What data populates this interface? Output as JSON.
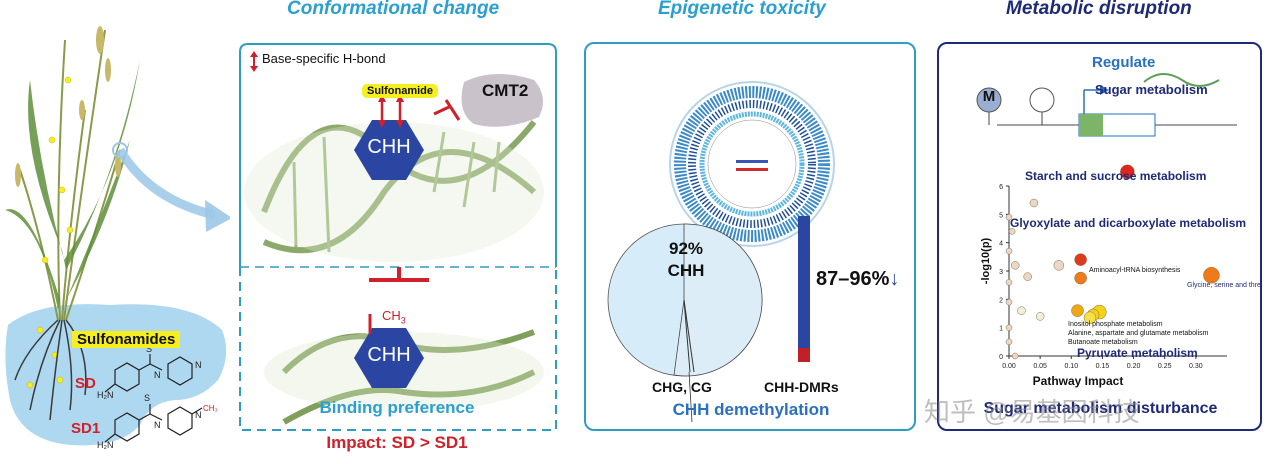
{
  "titles": {
    "conformational": "Conformational change",
    "epigenetic": "Epigenetic toxicity",
    "metabolic": "Metabolic disruption"
  },
  "colors": {
    "title_cyan": "#2a9fd0",
    "title_navy": "#1e2a78",
    "panel_border": "#2f9cc4",
    "hex_blue": "#2b45a3",
    "red": "#d0202a",
    "yellow": "#f5ee20"
  },
  "plant": {
    "compound_box": "Sulfonamides",
    "sd_label": "SD",
    "sd1_label": "SD1"
  },
  "conformational": {
    "legend_text": "Base-specific H-bond",
    "sulfonamide_tag": "Sulfonamide",
    "cmt2_label": "CMT2",
    "chh_top": "CHH",
    "ch3_label": "CH",
    "ch3_sub": "3",
    "chh_bottom": "CHH",
    "binding_preference": "Binding preference",
    "impact": "Impact: SD > SD1"
  },
  "epigenetic": {
    "pie_percent": "92%",
    "pie_label": "CHH",
    "pie_other": "CHG, CG",
    "bar_value": "87–96%",
    "bar_arrow": "↓",
    "bar_label": "CHH-DMRs",
    "footer": "CHH demethylation"
  },
  "metabolic": {
    "methyl_label": "M",
    "regulate": "Regulate",
    "sugar_metabolism": "Sugar metabolism",
    "footer": "Sugar metabolism disturbance",
    "watermark": "知乎 @易基因科技"
  },
  "chart_data": {
    "type": "scatter",
    "xlabel": "Pathway Impact",
    "ylabel": "-log10(p)",
    "xlim": [
      0,
      0.35
    ],
    "ylim": [
      0,
      6
    ],
    "xticks": [
      "0.00",
      "0.05",
      "0.10",
      "0.15",
      "0.20",
      "0.25",
      "0.30"
    ],
    "yticks": [
      "0",
      "1",
      "2",
      "3",
      "4",
      "5",
      "6"
    ],
    "points": [
      {
        "x": 0.19,
        "y": 6.5,
        "r": 7,
        "color": "#e0261c",
        "label": "Starch and sucrose metabolism"
      },
      {
        "x": 0.115,
        "y": 3.4,
        "r": 6,
        "color": "#e03a1c",
        "label": "Glyoxylate and dicarboxylate metabolism"
      },
      {
        "x": 0.115,
        "y": 2.75,
        "r": 6,
        "color": "#ee7a1a",
        "label": "Aminoacyl-tRNA biosynthesis"
      },
      {
        "x": 0.325,
        "y": 2.85,
        "r": 8,
        "color": "#ee7a1a",
        "label": "Glycine, serine and threonine metabolism"
      },
      {
        "x": 0.11,
        "y": 1.6,
        "r": 6,
        "color": "#f0a812",
        "label": "Inositol phosphate metabolism"
      },
      {
        "x": 0.145,
        "y": 1.55,
        "r": 7,
        "color": "#f4d21a",
        "label": "Alanine, aspartate and glutamate metabolism"
      },
      {
        "x": 0.135,
        "y": 1.45,
        "r": 6,
        "color": "#f4d21a",
        "label": "Butanoate metabolism"
      },
      {
        "x": 0.13,
        "y": 1.35,
        "r": 6,
        "color": "#f6e04a",
        "label": "Pyruvate metabolism"
      },
      {
        "x": 0.0,
        "y": 4.9,
        "r": 3,
        "color": "#ead7c8",
        "label": ""
      },
      {
        "x": 0.005,
        "y": 4.4,
        "r": 3,
        "color": "#ead7c8",
        "label": ""
      },
      {
        "x": 0.0,
        "y": 3.7,
        "r": 3,
        "color": "#ead7c8",
        "label": ""
      },
      {
        "x": 0.01,
        "y": 3.2,
        "r": 4,
        "color": "#ead7c8",
        "label": ""
      },
      {
        "x": 0.0,
        "y": 2.6,
        "r": 3,
        "color": "#ead7c8",
        "label": ""
      },
      {
        "x": 0.03,
        "y": 2.8,
        "r": 4,
        "color": "#ead7c8",
        "label": ""
      },
      {
        "x": 0.04,
        "y": 5.4,
        "r": 4,
        "color": "#ead7c8",
        "label": ""
      },
      {
        "x": 0.08,
        "y": 3.2,
        "r": 5,
        "color": "#ead7c8",
        "label": ""
      },
      {
        "x": 0.0,
        "y": 1.9,
        "r": 3,
        "color": "#ead7c8",
        "label": ""
      },
      {
        "x": 0.02,
        "y": 1.6,
        "r": 4,
        "color": "#eef0dd",
        "label": ""
      },
      {
        "x": 0.05,
        "y": 1.4,
        "r": 4,
        "color": "#eef0dd",
        "label": ""
      },
      {
        "x": 0.0,
        "y": 1.0,
        "r": 3,
        "color": "#ead7c8",
        "label": ""
      },
      {
        "x": 0.0,
        "y": 0.5,
        "r": 3,
        "color": "#ead7c8",
        "label": ""
      },
      {
        "x": 0.01,
        "y": 0.0,
        "r": 3,
        "color": "#ead7c8",
        "label": ""
      }
    ],
    "annotations": [
      "Starch and sucrose metabolism",
      "Glyoxylate and dicarboxylate metabolism",
      "Aminoacyl-tRNA biosynthesis",
      "Glycine, serine and threonine metabolism",
      "Inositol phosphate metabolism",
      "Alanine, aspartate and glutamate metabolism",
      "Butanoate metabolism",
      "Pyruvate metabolism"
    ]
  }
}
